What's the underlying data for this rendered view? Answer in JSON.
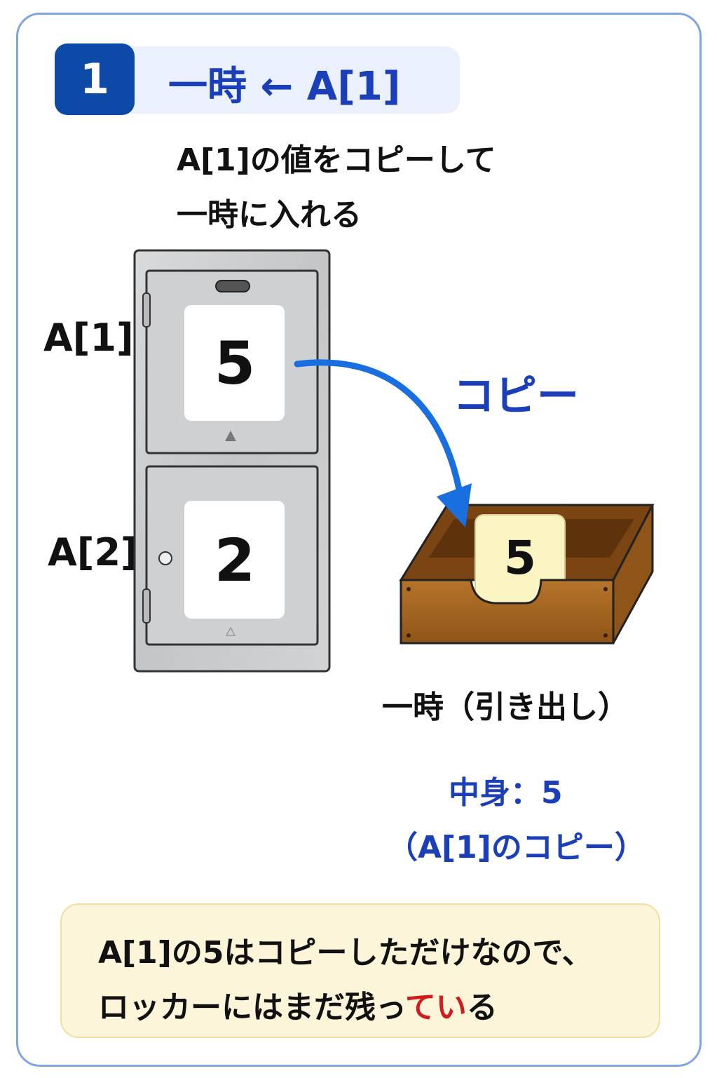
{
  "header": {
    "step_number": "1",
    "title": "一時 ← A[1]"
  },
  "description": {
    "line1": "A[1]の値をコピーして",
    "line2": "一時に入れる"
  },
  "locker": {
    "top_label": "A[1]",
    "top_value": "5",
    "bottom_label": "A[2]",
    "bottom_value": "2"
  },
  "arrow_label": "コピー",
  "drawer": {
    "card_value": "5",
    "caption": "一時（引き出し）",
    "contents_line1": "中身：5",
    "contents_line2": "（A[1]のコピー）"
  },
  "note": {
    "line1": "A[1]の5はコピーしただけなので、",
    "line2_normal": "ロッカーにはまだ残っ",
    "line2_red": "てい",
    "line2_end": "る"
  },
  "colors": {
    "accent_blue": "#1b3fb8",
    "badge_blue": "#0d4aa8",
    "arrow_blue": "#1a6fe0",
    "highlight_red": "#d11c1c",
    "note_bg": "#fdf5d9"
  }
}
